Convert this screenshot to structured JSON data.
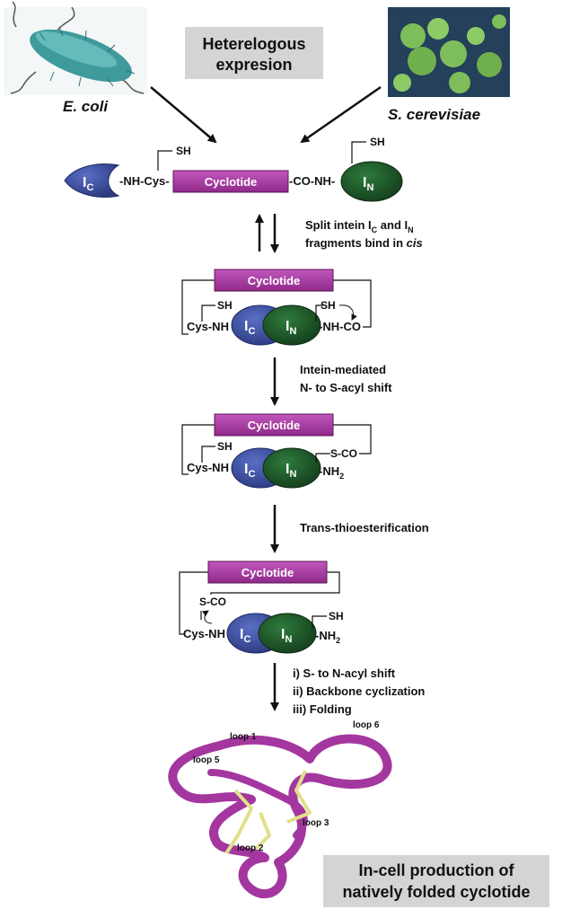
{
  "header": {
    "title_line1": "Heterelogous",
    "title_line2": "expresion",
    "organism_left": "E. coli",
    "organism_right": "S. cerevisiae"
  },
  "stage1": {
    "ic": "I",
    "ic_sub": "C",
    "nh_cys": "-NH-Cys-",
    "sh_left": "SH",
    "cyclotide": "Cyclotide",
    "co_nh": "-CO-NH-",
    "sh_right": "SH",
    "in": "I",
    "in_sub": "N"
  },
  "step1": {
    "line1_a": "Split intein I",
    "line1_sub1": "C",
    "line1_b": " and I",
    "line1_sub2": "N",
    "line2_a": "fragments bind in ",
    "line2_italic": "cis"
  },
  "stage2": {
    "cyclotide": "Cyclotide",
    "sh_left": "SH",
    "cys_nh": "Cys-NH",
    "ic": "I",
    "ic_sub": "C",
    "in": "I",
    "in_sub": "N",
    "sh_right": "SH",
    "nh_co": "NH-CO"
  },
  "step2": {
    "line1": "Intein-mediated",
    "line2": "N- to S-acyl shift"
  },
  "stage3": {
    "cyclotide": "Cyclotide",
    "sh_left": "SH",
    "cys_nh": "Cys-NH",
    "ic": "I",
    "ic_sub": "C",
    "in": "I",
    "in_sub": "N",
    "s_co": "S-CO",
    "nh2": "NH",
    "nh2_sub": "2"
  },
  "step3": {
    "line1": "Trans-thioesterification"
  },
  "stage4": {
    "cyclotide": "Cyclotide",
    "s_co": "S-CO",
    "cys_nh": "Cys-NH",
    "ic": "I",
    "ic_sub": "C",
    "in": "I",
    "in_sub": "N",
    "sh": "SH",
    "nh2": "NH",
    "nh2_sub": "2"
  },
  "step4": {
    "line1": "i) S- to N-acyl shift",
    "line2": "ii) Backbone cyclization",
    "line3": "iii) Folding"
  },
  "structure": {
    "loop1": "loop 1",
    "loop2": "loop 2",
    "loop3": "loop 3",
    "loop5": "loop 5",
    "loop6": "loop 6"
  },
  "footer": {
    "line1": "In-cell production of",
    "line2": "natively folded cyclotide"
  },
  "colors": {
    "magenta": "#a4379f",
    "magenta_dark": "#6d1f68",
    "blue": "#3a4c9c",
    "green": "#1f5b2b",
    "label_box": "#d4d4d4",
    "disulfide": "#e0e08a",
    "bacterium": "#3f9a9c",
    "yeast": "#7dbd5a"
  }
}
